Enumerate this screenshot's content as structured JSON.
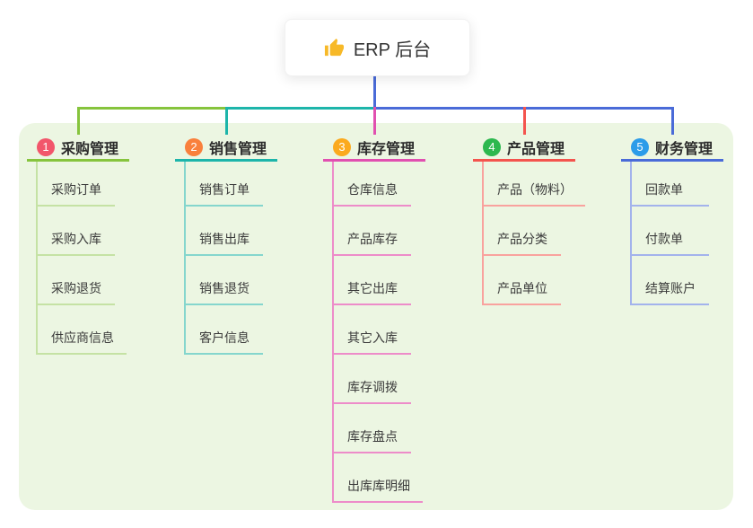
{
  "root": {
    "title": "ERP 后台",
    "icon": "thumbs-up-icon",
    "icon_color": "#f7b928",
    "line_color": "#4a6bd8"
  },
  "panel": {
    "background_color": "#ecf6e2"
  },
  "branches": [
    {
      "index": "1",
      "title": "采购管理",
      "badge_color": "#f2566b",
      "line_color": "#86c43d",
      "child_line_color": "#c5e2a4",
      "children": [
        "采购订单",
        "采购入库",
        "采购退货",
        "供应商信息"
      ]
    },
    {
      "index": "2",
      "title": "销售管理",
      "badge_color": "#f9803c",
      "line_color": "#1db5aa",
      "child_line_color": "#85d6cd",
      "children": [
        "销售订单",
        "销售出库",
        "销售退货",
        "客户信息"
      ]
    },
    {
      "index": "3",
      "title": "库存管理",
      "badge_color": "#fbaa1e",
      "line_color": "#e150b0",
      "child_line_color": "#ed8cc9",
      "children": [
        "仓库信息",
        "产品库存",
        "其它出库",
        "其它入库",
        "库存调拨",
        "库存盘点",
        "出库库明细"
      ]
    },
    {
      "index": "4",
      "title": "产品管理",
      "badge_color": "#2db84f",
      "line_color": "#f4544e",
      "child_line_color": "#f9a29e",
      "children": [
        "产品（物料）",
        "产品分类",
        "产品单位"
      ]
    },
    {
      "index": "5",
      "title": "财务管理",
      "badge_color": "#2c9ce9",
      "line_color": "#4a6bd8",
      "child_line_color": "#a3b3ec",
      "children": [
        "回款单",
        "付款单",
        "结算账户"
      ]
    }
  ]
}
